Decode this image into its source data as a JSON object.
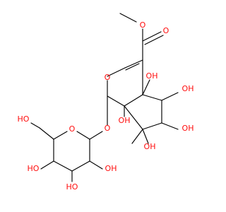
{
  "colors": {
    "carbon": "#000000",
    "oxygen": "#ff0d0d",
    "background": "#ffffff"
  },
  "labels": {
    "ester_o": "O",
    "carbonyl_o": "O",
    "ring_o": "O",
    "glyc_o": "O",
    "sugar_ring_o": "O",
    "oh_c4a": "OH",
    "oh_c5a": "OH",
    "oh_c5b": "OH",
    "oh_c7a": "OH",
    "oh_c7b": "OH",
    "oh_ch2": "HO",
    "oh_s4": "HO",
    "oh_s3": "HO",
    "oh_s2": "OH"
  }
}
